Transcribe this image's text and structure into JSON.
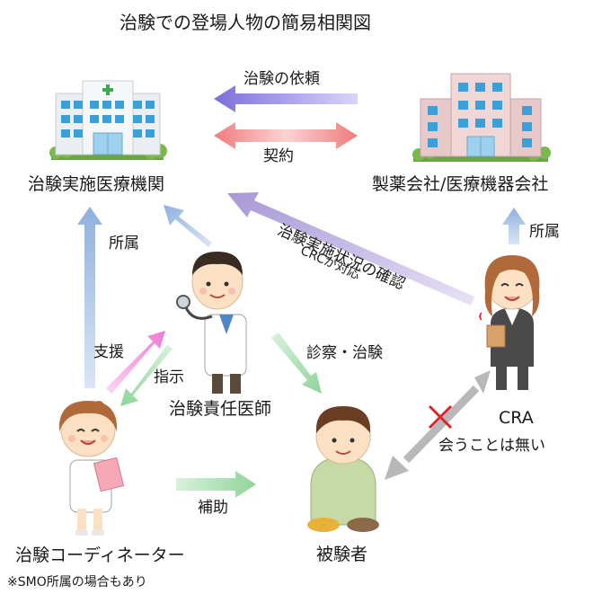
{
  "title": "治験での登場人物の簡易相関図",
  "entities": {
    "hospital": "治験実施医療機関",
    "pharma": "製薬会社/医療機器会社",
    "investigator": "治験責任医師",
    "crc": "治験コーディネーター",
    "subject": "被験者",
    "cra": "CRA"
  },
  "relations": {
    "request": "治験の依頼",
    "contract": "契約",
    "affiliation_left": "所属",
    "affiliation_right": "所属",
    "monitoring": "治験実施状況の確認",
    "crc_handles": "CRCが対応",
    "examination": "診察・治験",
    "support": "支援",
    "instruction": "指示",
    "assist": "補助",
    "no_meeting": "会うことは無い"
  },
  "footnote": "※SMO所属の場合もあり",
  "colors": {
    "request_arrow": "#8a7fe0",
    "contract_arrow": "#f07b7b",
    "blue_arrow": "#9bb6e0",
    "purple_arrow": "#b3a4d8",
    "green_arrow": "#a6dcae",
    "pink_arrow": "#f08ad8",
    "gray_arrow": "#b5b5b5",
    "cross": "#e0202a"
  }
}
